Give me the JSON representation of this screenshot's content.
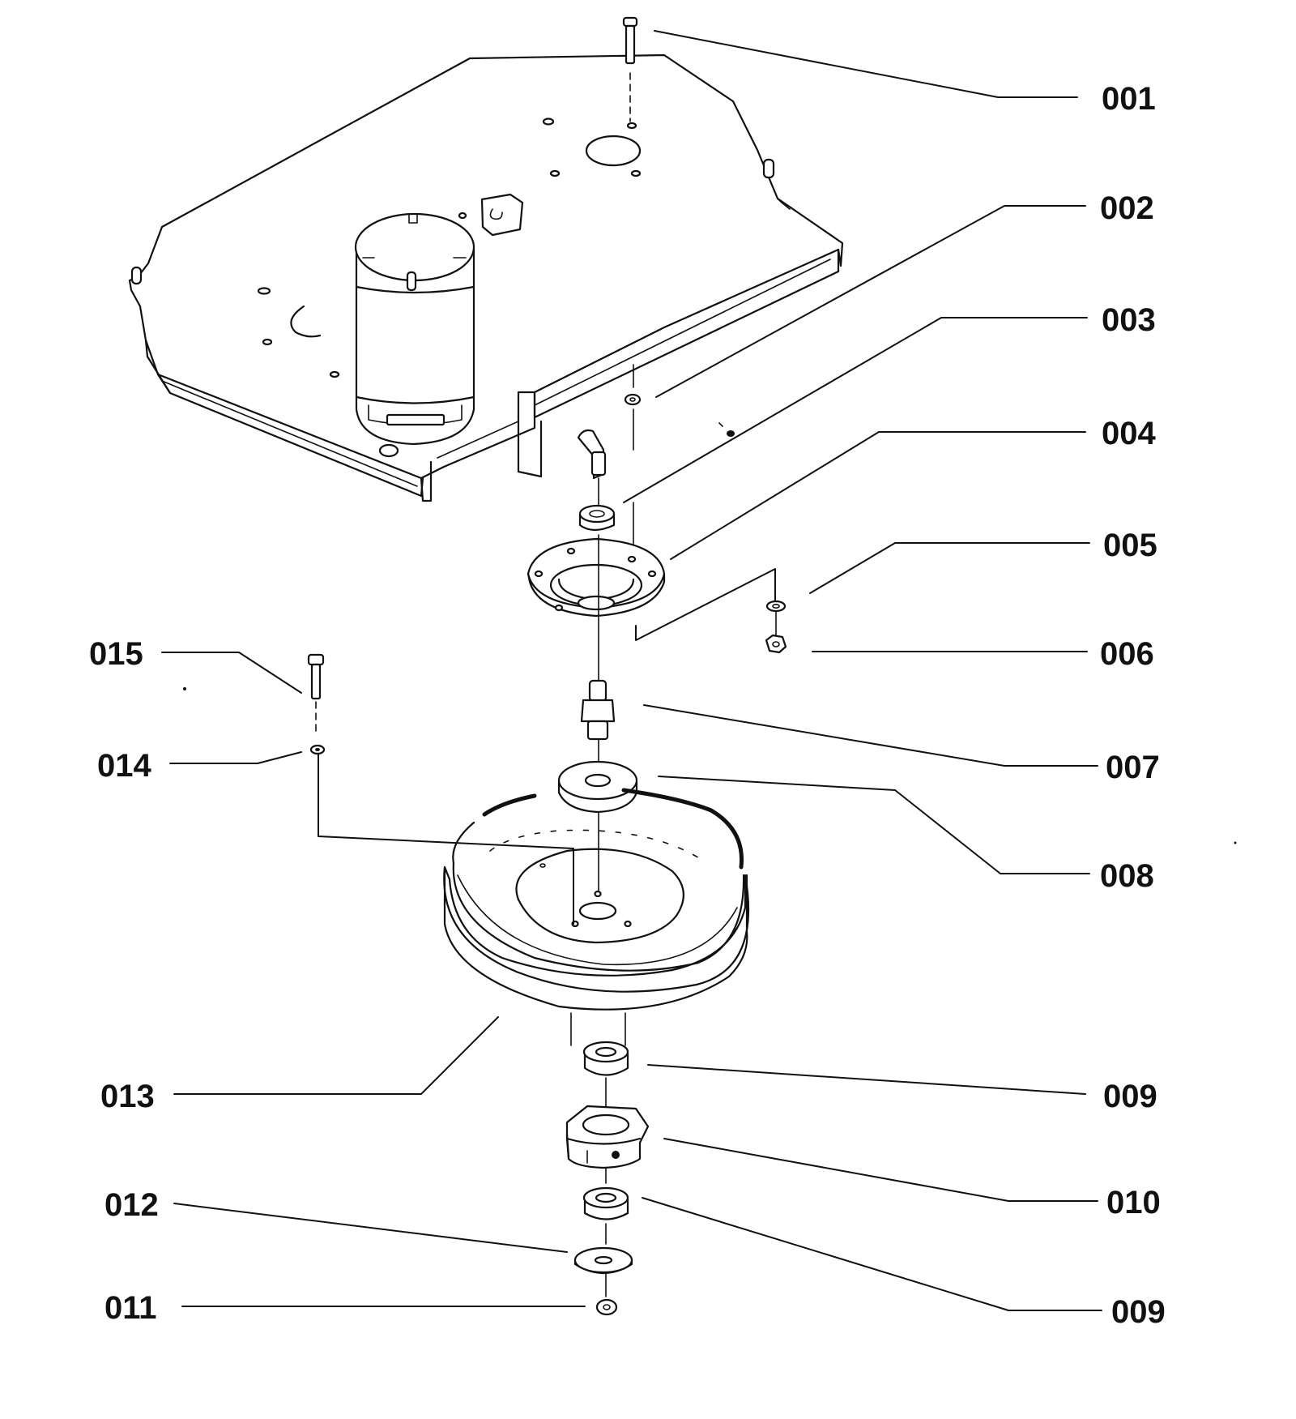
{
  "diagram": {
    "background": "#ffffff",
    "ink": "#111111",
    "callouts": [
      {
        "id": "001",
        "label": "001"
      },
      {
        "id": "002",
        "label": "002"
      },
      {
        "id": "003",
        "label": "003"
      },
      {
        "id": "004",
        "label": "004"
      },
      {
        "id": "005",
        "label": "005"
      },
      {
        "id": "006",
        "label": "006"
      },
      {
        "id": "007",
        "label": "007"
      },
      {
        "id": "008",
        "label": "008"
      },
      {
        "id": "009a",
        "label": "009"
      },
      {
        "id": "010",
        "label": "010"
      },
      {
        "id": "009b",
        "label": "009"
      },
      {
        "id": "011",
        "label": "011"
      },
      {
        "id": "012",
        "label": "012"
      },
      {
        "id": "013",
        "label": "013"
      },
      {
        "id": "014",
        "label": "014"
      },
      {
        "id": "015",
        "label": "015"
      }
    ]
  }
}
